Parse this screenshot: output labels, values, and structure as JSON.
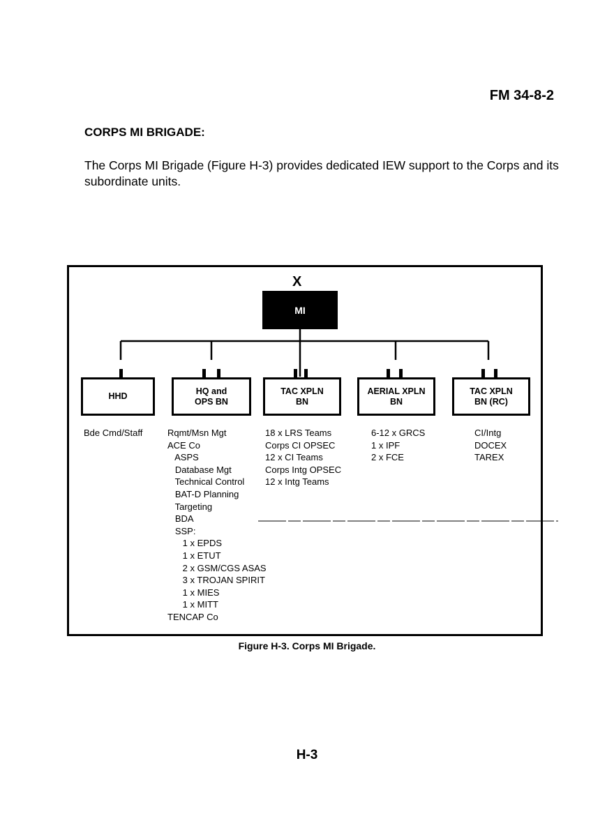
{
  "header": {
    "doc_id": "FM 34-8-2"
  },
  "section": {
    "heading": "CORPS MI BRIGADE:",
    "paragraph": "The Corps MI Brigade (Figure H-3) provides dedicated IEW support to the Corps and its subordinate units."
  },
  "figure": {
    "echelon": "X",
    "hq_label": "MI",
    "units": [
      {
        "name": "HHD",
        "items": [
          "Bde Cmd/Staff"
        ]
      },
      {
        "name": "HQ and\nOPS BN",
        "items": [
          "Rqmt/Msn Mgt",
          "ACE Co",
          "   ASPS",
          "   Database Mgt",
          "   Technical Control",
          "   BAT-D Planning",
          "   Targeting",
          "   BDA",
          "   SSP:",
          "      1 x EPDS",
          "      1 x ETUT",
          "      2 x GSM/CGS ASAS",
          "      3 x TROJAN SPIRIT",
          "      1 x MIES",
          "      1 x MITT",
          "TENCAP Co"
        ]
      },
      {
        "name": "TAC XPLN\nBN",
        "items": [
          "18 x LRS Teams",
          "Corps CI OPSEC",
          "12 x CI Teams",
          "Corps Intg OPSEC",
          "12 x Intg Teams"
        ]
      },
      {
        "name": "AERIAL XPLN\nBN",
        "items": [
          "6-12 x GRCS",
          "1 x IPF",
          "2 x FCE"
        ]
      },
      {
        "name": "TAC XPLN\nBN (RC)",
        "items": [
          "CI/Intg",
          "DOCEX",
          "TAREX"
        ]
      }
    ],
    "caption": "Figure H-3.  Corps MI Brigade."
  },
  "footer": {
    "page_number": "H-3"
  }
}
